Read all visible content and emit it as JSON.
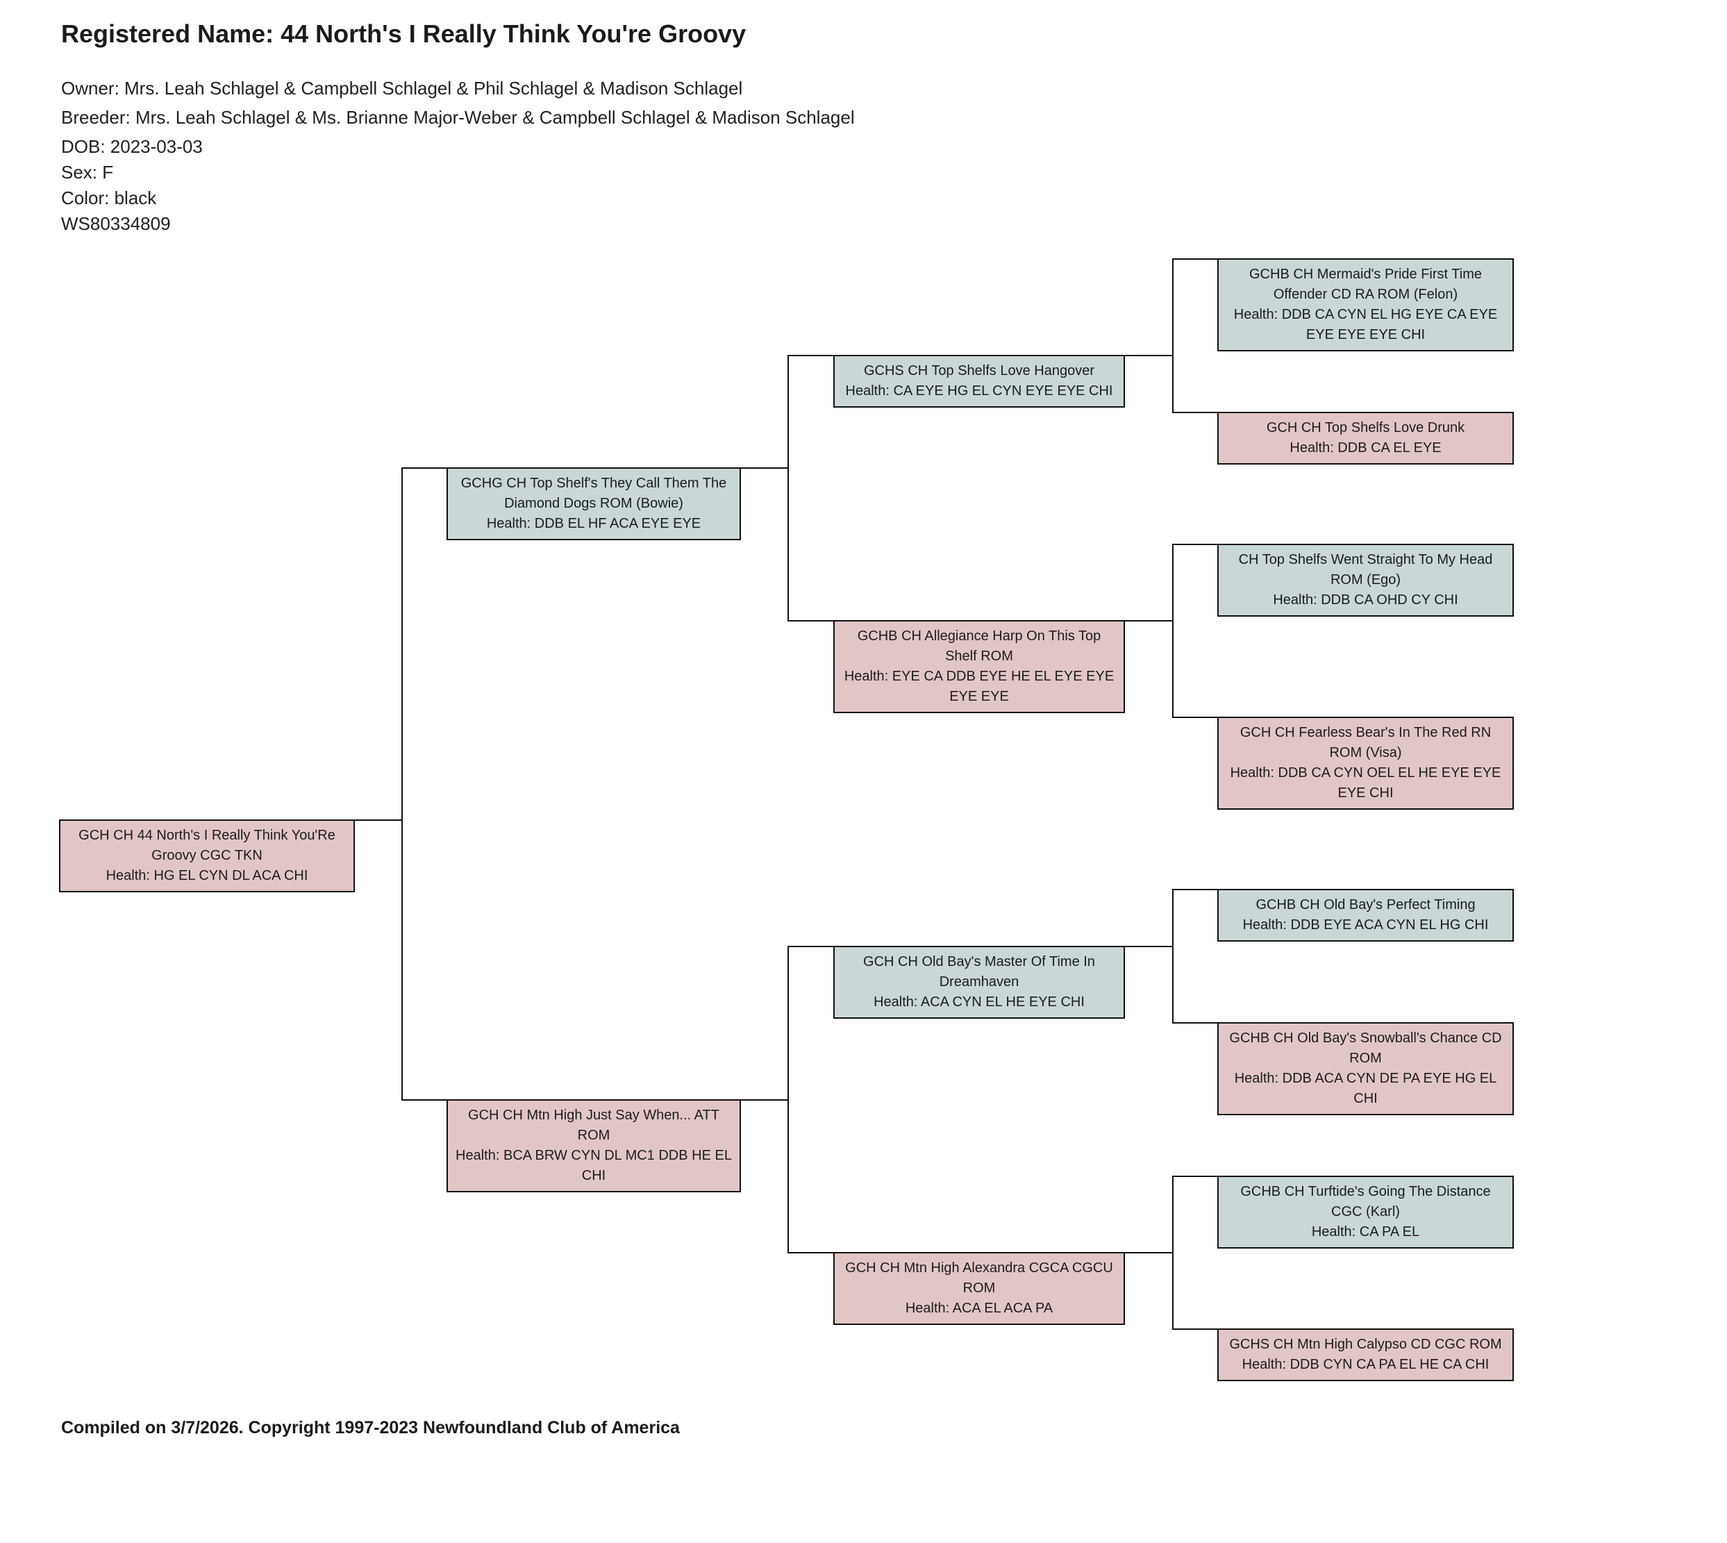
{
  "header": {
    "registered_name_label": "Registered Name:",
    "registered_name": "44 North's I Really Think You're Groovy",
    "owner_line": "Owner: Mrs. Leah Schlagel & Campbell Schlagel & Phil Schlagel & Madison Schlagel",
    "breeder_line": "Breeder: Mrs. Leah Schlagel & Ms. Brianne Major-Weber & Campbell Schlagel & Madison Schlagel",
    "dob_line": "DOB: 2023-03-03",
    "sex_line": "Sex: F",
    "color_line": "Color: black",
    "registration_number": "WS80334809"
  },
  "pedigree": {
    "nodes": [
      {
        "relation": "subject",
        "sex": "female",
        "name": "GCH CH 44 North's I Really Think You'Re Groovy CGC TKN",
        "health": "Health: HG EL CYN DL ACA CHI"
      },
      {
        "relation": "sire",
        "sex": "male",
        "name": "GCHG CH Top Shelf's They Call Them The Diamond Dogs ROM (Bowie)",
        "health": "Health: DDB EL HF ACA EYE EYE"
      },
      {
        "relation": "dam",
        "sex": "female",
        "name": "GCH CH Mtn High Just Say When... ATT ROM",
        "health": "Health: BCA BRW CYN DL MC1 DDB HE EL CHI"
      },
      {
        "relation": "paternal-grandsire",
        "sex": "male",
        "name": "GCHS CH Top Shelfs Love Hangover",
        "health": "Health: CA EYE HG EL CYN EYE EYE CHI"
      },
      {
        "relation": "paternal-granddam",
        "sex": "female",
        "name": "GCHB CH Allegiance Harp On This Top Shelf ROM",
        "health": "Health: EYE CA DDB EYE HE EL EYE EYE EYE EYE"
      },
      {
        "relation": "maternal-grandsire",
        "sex": "male",
        "name": "GCH CH Old Bay's Master Of Time In Dreamhaven",
        "health": "Health: ACA CYN EL HE EYE CHI"
      },
      {
        "relation": "maternal-granddam",
        "sex": "female",
        "name": "GCH CH Mtn High Alexandra CGCA CGCU ROM",
        "health": "Health: ACA EL ACA PA"
      },
      {
        "relation": "paternal-great-grandsire-1",
        "sex": "male",
        "name": "GCHB CH Mermaid's Pride First Time Offender CD RA ROM (Felon)",
        "health": "Health: DDB CA CYN EL HG EYE CA EYE EYE EYE EYE CHI"
      },
      {
        "relation": "paternal-great-granddam-1",
        "sex": "female",
        "name": "GCH CH Top Shelfs Love Drunk",
        "health": "Health: DDB CA EL EYE"
      },
      {
        "relation": "paternal-great-grandsire-2",
        "sex": "male",
        "name": "CH Top Shelfs Went Straight To My Head ROM (Ego)",
        "health": "Health: DDB CA OHD CY CHI"
      },
      {
        "relation": "paternal-great-granddam-2",
        "sex": "female",
        "name": "GCH CH Fearless Bear's In The Red RN ROM (Visa)",
        "health": "Health: DDB CA CYN OEL EL HE EYE EYE EYE CHI"
      },
      {
        "relation": "maternal-great-grandsire-1",
        "sex": "male",
        "name": "GCHB CH Old Bay's Perfect Timing",
        "health": "Health: DDB EYE ACA CYN EL HG CHI"
      },
      {
        "relation": "maternal-great-granddam-1",
        "sex": "female",
        "name": "GCHB CH Old Bay's Snowball's Chance CD ROM",
        "health": "Health: DDB ACA CYN DE PA EYE HG EL CHI"
      },
      {
        "relation": "maternal-great-grandsire-2",
        "sex": "male",
        "name": "GCHB CH Turftide's Going The Distance CGC (Karl)",
        "health": "Health: CA PA EL"
      },
      {
        "relation": "maternal-great-granddam-2",
        "sex": "female",
        "name": "GCHS CH Mtn High Calypso CD CGC ROM",
        "health": "Health: DDB CYN CA PA EL HE CA CHI"
      }
    ]
  },
  "footer": {
    "compiled_line": "Compiled on 3/7/2026. Copyright 1997-2023 Newfoundland Club of America"
  },
  "colors": {
    "male_box": "#c9d7d7",
    "female_box": "#e2c6c6",
    "box_border": "#111111",
    "line": "#111111"
  }
}
